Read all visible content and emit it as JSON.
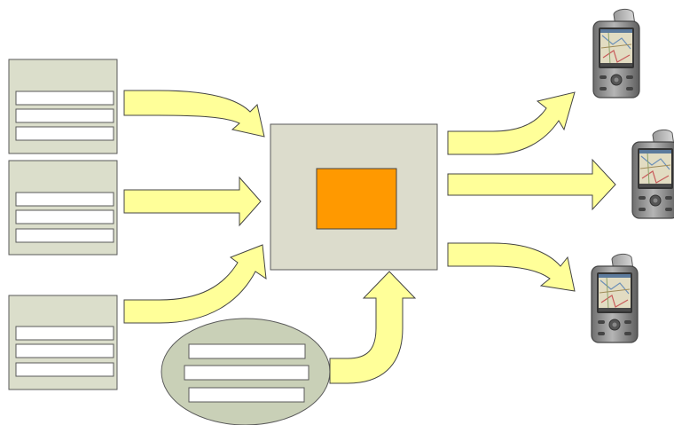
{
  "colors": {
    "background": "#ffffff",
    "panel_fill": "#dbdecb",
    "panel_stroke": "#5a5a5a",
    "field_fill": "#ffffff",
    "arrow_fill": "#ffff99",
    "arrow_stroke": "#444444",
    "center_fill": "#dcdccc",
    "core_fill": "#ff9900",
    "ellipse_fill": "#c9d0b7",
    "device_body": "#8a8a8a",
    "device_screen": "#d9d3b8"
  },
  "sources": {
    "forms": [
      {
        "fields": 3
      },
      {
        "fields": 3
      },
      {
        "fields": 3
      }
    ],
    "ellipse_form": {
      "fields": 3
    }
  },
  "center": {
    "has_core": true
  },
  "devices": {
    "count": 3,
    "icon": "handheld-gps-device-icon"
  }
}
